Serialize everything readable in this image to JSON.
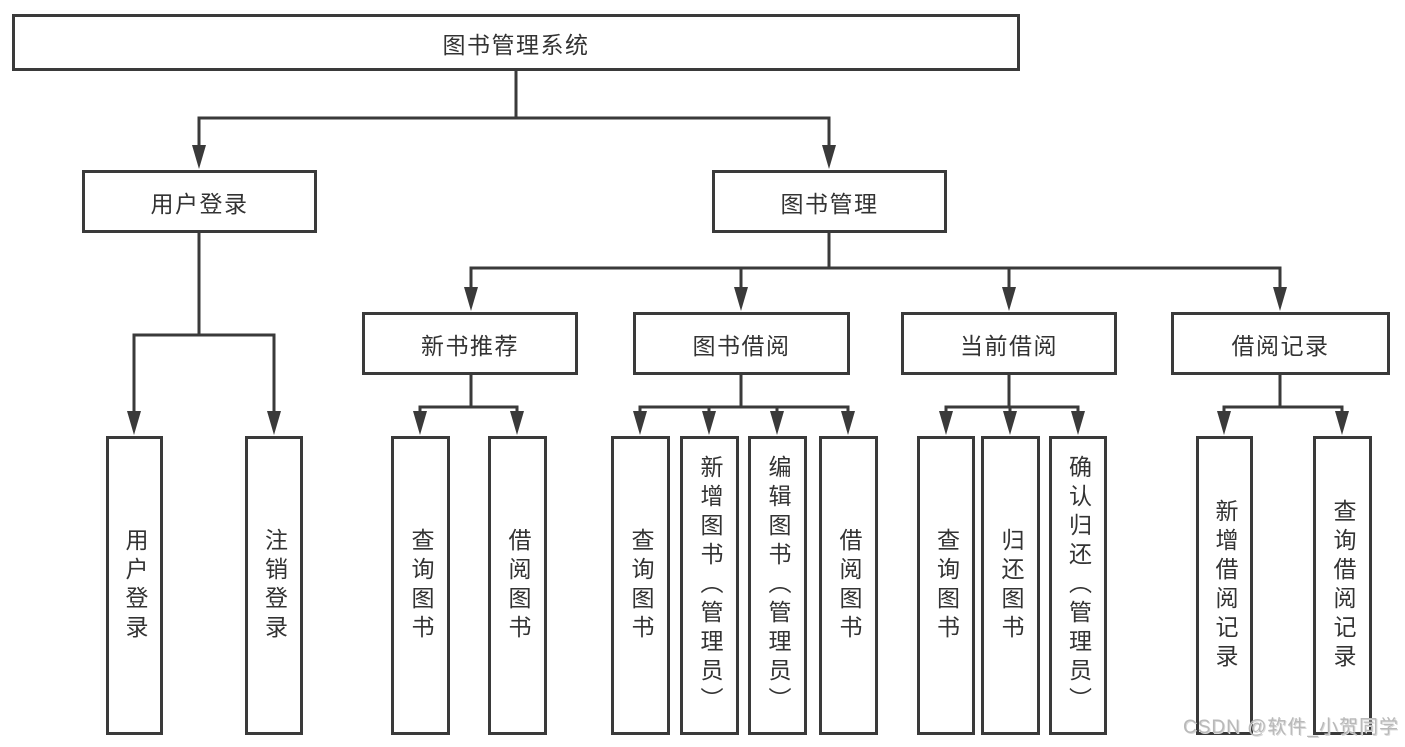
{
  "palette": {
    "line_color": "#3a3a3a",
    "text_color": "#333333",
    "background": "#ffffff",
    "watermark_color": "#b9b9b9"
  },
  "watermark": {
    "text": "CSDN @软件_小贺同学"
  },
  "nodes": {
    "root": {
      "label": "图书管理系统"
    },
    "user_login": {
      "label": "用户登录"
    },
    "book_mgmt": {
      "label": "图书管理"
    },
    "new_book_rec": {
      "label": "新书推荐"
    },
    "book_borrow": {
      "label": "图书借阅"
    },
    "current_borrow": {
      "label": "当前借阅"
    },
    "borrow_record": {
      "label": "借阅记录"
    },
    "user_login_leaf": {
      "label": "用户登录"
    },
    "logout_leaf": {
      "label": "注销登录"
    },
    "rec_query_book": {
      "label": "查询图书"
    },
    "rec_borrow_book": {
      "label": "借阅图书"
    },
    "borrow_query_book": {
      "label": "查询图书"
    },
    "borrow_add_book": {
      "label": "新增图书（管理员）"
    },
    "borrow_edit_book": {
      "label": "编辑图书（管理员）"
    },
    "borrow_borrow_book": {
      "label": "借阅图书"
    },
    "current_query_book": {
      "label": "查询图书"
    },
    "current_return_book": {
      "label": "归还图书"
    },
    "current_confirm_return": {
      "label": "确认归还（管理员）"
    },
    "record_add_entry": {
      "label": "新增借阅记录"
    },
    "record_query_entry": {
      "label": "查询借阅记录"
    }
  },
  "diagram_tree": {
    "root": "图书管理系统",
    "children": [
      {
        "label": "用户登录",
        "children": [
          "用户登录",
          "注销登录"
        ]
      },
      {
        "label": "图书管理",
        "children": [
          {
            "label": "新书推荐",
            "children": [
              "查询图书",
              "借阅图书"
            ]
          },
          {
            "label": "图书借阅",
            "children": [
              "查询图书",
              "新增图书（管理员）",
              "编辑图书（管理员）",
              "借阅图书"
            ]
          },
          {
            "label": "当前借阅",
            "children": [
              "查询图书",
              "归还图书",
              "确认归还（管理员）"
            ]
          },
          {
            "label": "借阅记录",
            "children": [
              "新增借阅记录",
              "查询借阅记录"
            ]
          }
        ]
      }
    ]
  }
}
